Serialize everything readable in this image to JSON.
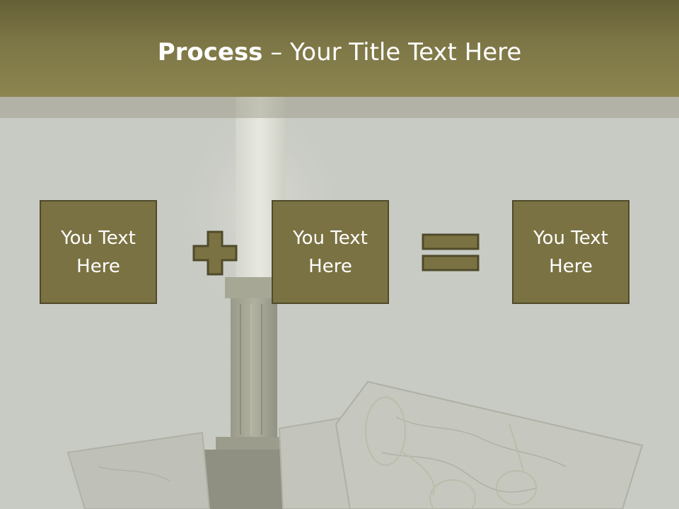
{
  "slide": {
    "title_bold": "Process",
    "title_rest": " – Your Title Text Here"
  },
  "process": {
    "boxes": [
      {
        "label": "You Text Here"
      },
      {
        "label": "You Text Here"
      },
      {
        "label": "You Text Here"
      }
    ],
    "operators": [
      "plus",
      "equals"
    ]
  },
  "colors": {
    "header": "#7d7646",
    "box_fill": "#7b7243",
    "box_border": "#4f4a2a",
    "background": "#c9cac5"
  }
}
